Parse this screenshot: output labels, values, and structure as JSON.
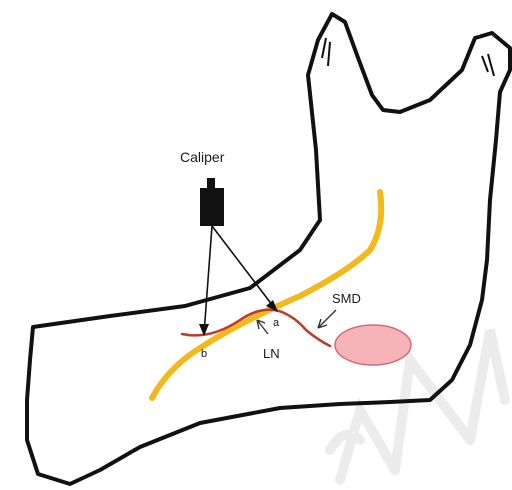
{
  "labels": {
    "caliper": "Caliper",
    "point_a": "a",
    "point_b": "b",
    "lingual_nerve": "LN",
    "submandibular_duct": "SMD"
  },
  "colors": {
    "bone_outline": "#111111",
    "nerve": "#f2b81c",
    "duct": "#c0392b",
    "gland_fill": "#f6b3b8",
    "gland_stroke": "#d46a78",
    "caliper": "#111111",
    "watermark": "#e8e8e8"
  }
}
